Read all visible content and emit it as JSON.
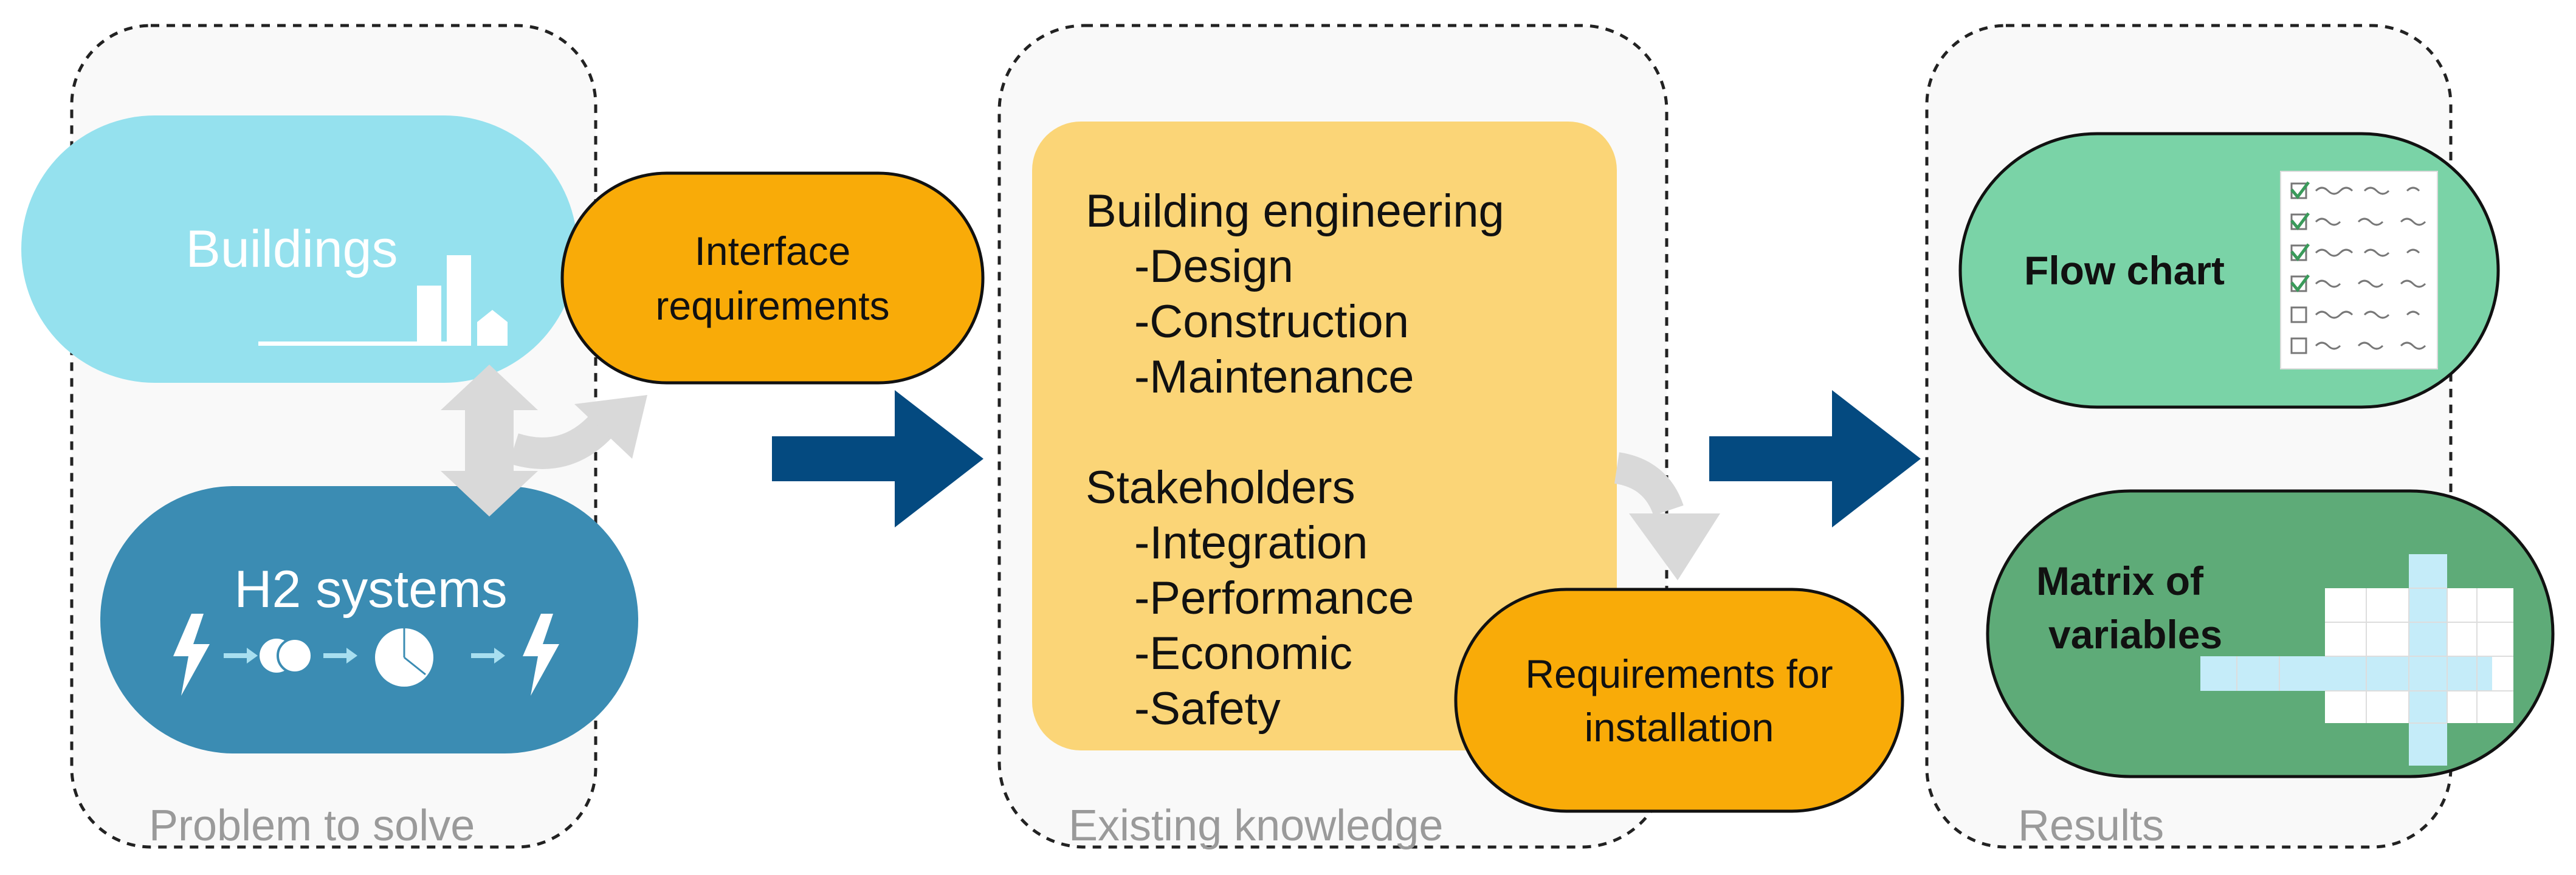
{
  "panels": {
    "problem": {
      "caption": "Problem to solve"
    },
    "knowledge": {
      "caption": "Existing knowledge"
    },
    "results": {
      "caption": "Results"
    }
  },
  "nodes": {
    "buildings": {
      "label": "Buildings",
      "color": "#95e1ee"
    },
    "h2_systems": {
      "label": "H2 systems",
      "color": "#3b8cb3"
    },
    "interface_requirements": {
      "line1": "Interface",
      "line2": "requirements",
      "color": "#f9ab08"
    },
    "requirements_installation": {
      "line1": "Requirements for",
      "line2": "installation",
      "color": "#f9ab08"
    },
    "flow_chart": {
      "label": "Flow chart",
      "color": "#7ad3a7"
    },
    "matrix": {
      "line1": "Matrix of",
      "line2": "variables",
      "color": "#5eab78"
    }
  },
  "knowledge": {
    "box_color": "#fbd577",
    "building_engineering": "Building engineering",
    "be_items": [
      "-Design",
      "-Construction",
      "-Maintenance"
    ],
    "stakeholders": "Stakeholders",
    "st_items": [
      "-Integration",
      "-Performance",
      "-Economic",
      "-Safety"
    ]
  },
  "colors": {
    "arrow_main": "#044a80",
    "arrow_grey": "#d9d9d9",
    "panel_fill": "#f9f9f9",
    "panel_border": "#222222"
  },
  "icons": [
    "bar-chart-icon",
    "lightning-icon",
    "fuel-cell-icon",
    "pie-chart-icon",
    "checklist-icon",
    "matrix-grid-icon"
  ]
}
